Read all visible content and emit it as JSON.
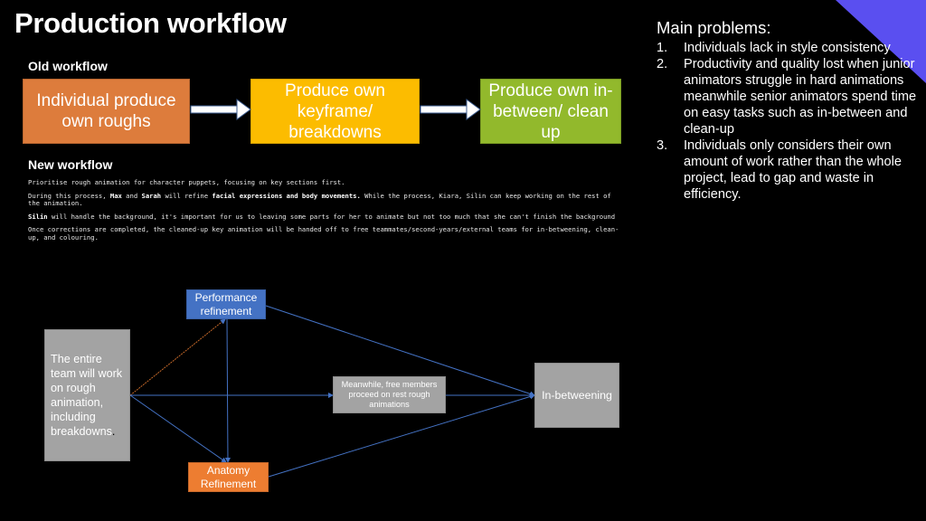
{
  "title": "Production workflow",
  "old_workflow": {
    "label": "Old workflow",
    "steps": [
      "Individual produce own roughs",
      "Produce own keyframe/ breakdowns",
      "Produce own in-between/ clean up"
    ]
  },
  "new_workflow": {
    "label": "New workflow",
    "p1": "Prioritise rough animation for character puppets, focusing on key sections first.",
    "p2_a": "During this process, ",
    "p2_max": "Max",
    "p2_b": " and ",
    "p2_sarah": "Sarah",
    "p2_c": " will refine ",
    "p2_bold": "facial expressions and body movements.",
    "p2_d": " While the process, Kiara, Silin can keep working on the rest of the animation.",
    "p3_silin": "Silin",
    "p3_rest": " will handle the background, it's important for us to leaving some parts for her to animate but not too much that she can't finish the background",
    "p4": "Once corrections are completed, the cleaned-up key animation will be handed off to free teammates/second-years/external teams for in-betweening, clean-up, and colouring."
  },
  "problems": {
    "title": "Main problems:",
    "items": [
      {
        "num": "1.",
        "text": "Individuals lack in style consistency"
      },
      {
        "num": "2.",
        "text": "Productivity and quality lost when junior animators struggle in hard animations meanwhile senior animators spend time on easy tasks such as in-between and clean-up"
      },
      {
        "num": "3.",
        "text": "Individuals only considers their own amount of work rather than the whole project, lead to gap and waste in efficiency."
      }
    ]
  },
  "diagram": {
    "performance": "Performance refinement",
    "entire_team": "The entire team will work on rough animation, including breakdowns",
    "entire_team_end": ".",
    "meanwhile": "Meanwhile, free members proceed on rest rough animations",
    "inbetweening": "In-betweening",
    "anatomy": "Anatomy Refinement"
  },
  "colors": {
    "rough": "#dd7c3c",
    "keyframe": "#fcbc00",
    "inbetween": "#92b92c",
    "performance": "#4472c4",
    "anatomy": "#ed7d31",
    "node_gray": "#a3a3a3",
    "corner_accent": "#5a4ff0"
  }
}
